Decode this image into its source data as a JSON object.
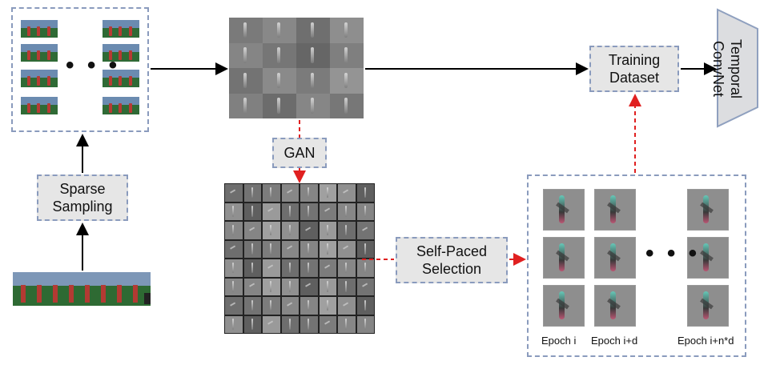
{
  "labels": {
    "sparse_sampling": "Sparse\nSampling",
    "gan": "GAN",
    "self_paced_selection": "Self-Paced\nSelection",
    "training_dataset": "Training\nDataset",
    "temporal_convnet": "Temporal\nConvNet"
  },
  "ellipsis": "• • •",
  "epochs": [
    "Epoch i",
    "Epoch i+d",
    "Epoch i+n*d"
  ],
  "colors": {
    "box_border": "#8a9bbd",
    "label_fill": "#e6e6e6",
    "dashed_arrow": "#e02020",
    "solid_arrow": "#000000",
    "trapezoid_fill": "#dcdde0",
    "trapezoid_border": "#8fa0bf"
  }
}
